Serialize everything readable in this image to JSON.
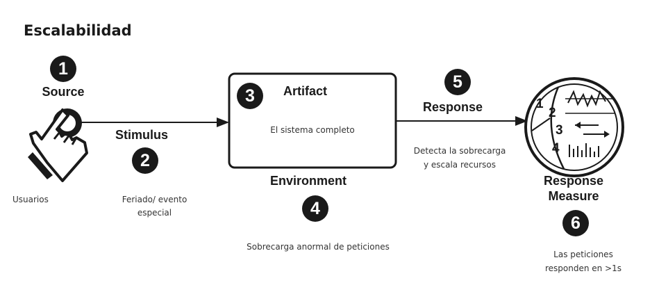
{
  "title": "Escalabilidad",
  "source": {
    "number": "1",
    "label": "Source",
    "description": "Usuarios"
  },
  "stimulus": {
    "number": "2",
    "label": "Stimulus",
    "description": [
      "Feriado/ evento",
      "especial"
    ]
  },
  "artifact": {
    "number": "3",
    "label": "Artifact",
    "description": "El sistema completo"
  },
  "environment": {
    "number": "4",
    "label": "Environment",
    "description": "Sobrecarga anormal de peticiones"
  },
  "response": {
    "number": "5",
    "label": "Response",
    "description": [
      "Detecta la sobrecarga",
      "y escala recursos"
    ]
  },
  "response_measure": {
    "number": "6",
    "label": [
      "Response",
      "Measure"
    ],
    "description": [
      "Las peticiones",
      "responden en >1s"
    ],
    "gauge_marks": [
      "1",
      "2",
      "3",
      "4"
    ]
  },
  "colors": {
    "ink": "#1a1a1a",
    "text": "#333333",
    "background": "#ffffff"
  },
  "icons": [
    "hand-pointer-icon",
    "arrow-right-icon",
    "gauge-icon"
  ]
}
